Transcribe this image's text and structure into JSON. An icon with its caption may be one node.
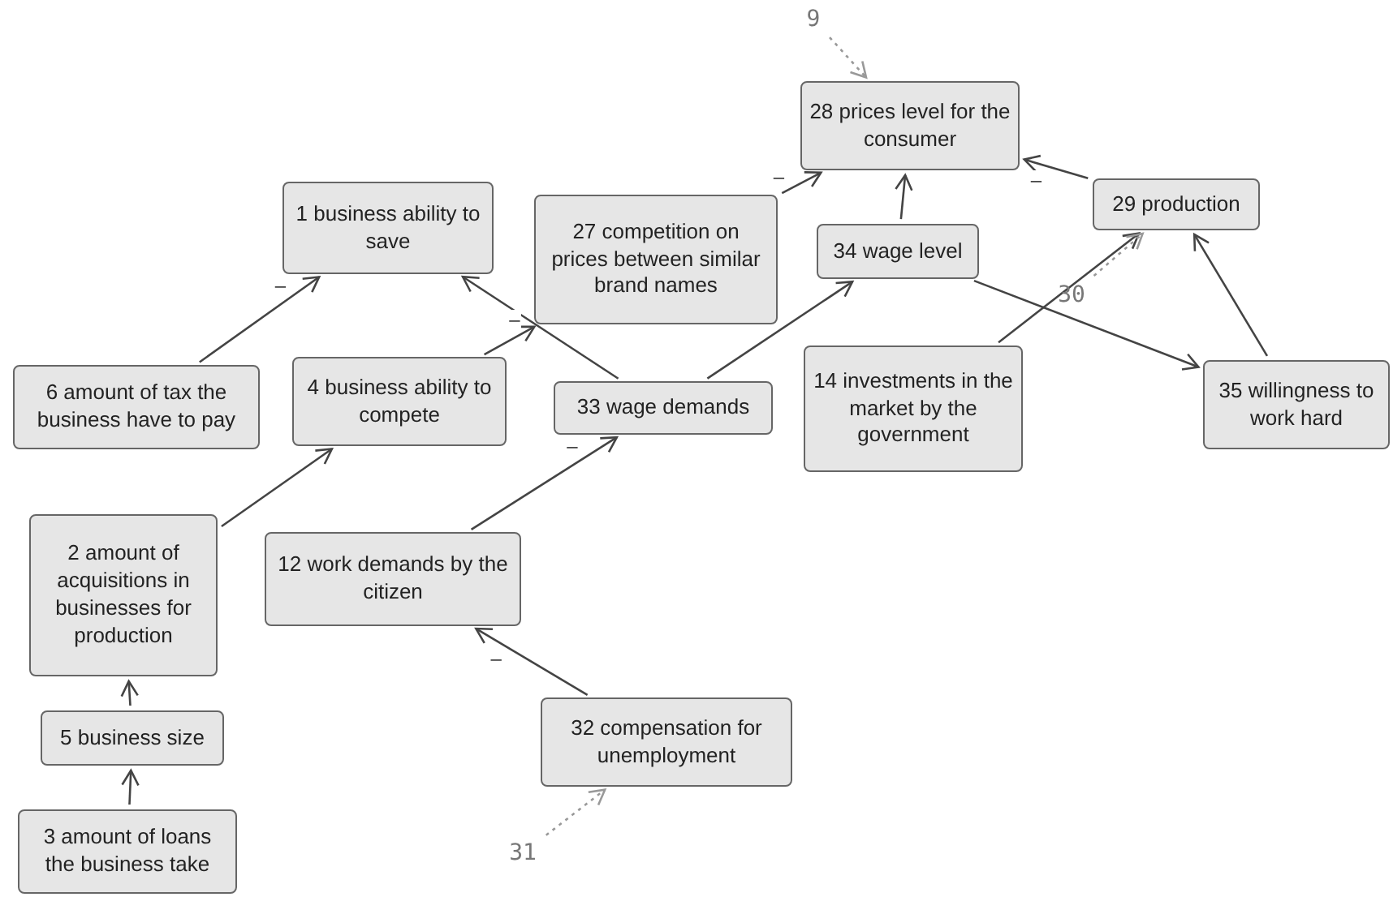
{
  "diagram": {
    "nodes": [
      {
        "text": [
          "1 business ability to save"
        ]
      },
      {
        "text": [
          "27 competition on prices between similar brand names"
        ]
      },
      {
        "text": [
          "28 prices level for the consumer"
        ]
      },
      {
        "text": [
          "29 production"
        ]
      },
      {
        "text": [
          "34 wage level"
        ]
      },
      {
        "text": [
          "6 amount of tax the business have to pay"
        ]
      },
      {
        "text": [
          "4 business ability to compete"
        ]
      },
      {
        "text": [
          "33 wage demands"
        ]
      },
      {
        "text": [
          "14 investments in the market by the government"
        ]
      },
      {
        "text": [
          "35 willingness to work hard"
        ]
      },
      {
        "text": [
          "2 amount of acquisitions in businesses for production"
        ]
      },
      {
        "text": [
          "12 work demands by the citizen"
        ]
      },
      {
        "text": [
          "5 business size"
        ]
      },
      {
        "text": [
          "3 amount of loans the business take"
        ]
      },
      {
        "text": [
          "32 compensation for unemployment"
        ]
      },
      {
        "text": [
          "9"
        ]
      },
      {
        "text": [
          "30"
        ]
      },
      {
        "text": [
          "31"
        ]
      }
    ],
    "edges": [
      {
        "from": 5,
        "to": 0,
        "arrow": "to",
        "label": "–"
      },
      {
        "from": 6,
        "to": 1,
        "arrow": "to",
        "label": "–"
      },
      {
        "from": 7,
        "to": 0,
        "arrow": "to"
      },
      {
        "from": 7,
        "to": 4,
        "arrow": "to"
      },
      {
        "from": 1,
        "to": 2,
        "arrow": "to",
        "label": "–"
      },
      {
        "from": 4,
        "to": 2,
        "arrow": "to"
      },
      {
        "from": 3,
        "to": 2,
        "arrow": "to",
        "label": "–"
      },
      {
        "from": 4,
        "to": 9,
        "arrow": "to"
      },
      {
        "from": 9,
        "to": 3,
        "arrow": "to"
      },
      {
        "from": 8,
        "to": 3,
        "arrow": "to"
      },
      {
        "from": 10,
        "to": 6,
        "arrow": "to"
      },
      {
        "from": 12,
        "to": 10,
        "arrow": "to"
      },
      {
        "from": 13,
        "to": 12,
        "arrow": "to"
      },
      {
        "from": 11,
        "to": 7,
        "arrow": "to",
        "label": "–"
      },
      {
        "from": 14,
        "to": 11,
        "arrow": "to",
        "label": "–"
      },
      {
        "from": 15,
        "to": 2,
        "arrow": "to",
        "style": "dashed",
        "color": "#999999"
      },
      {
        "from": 16,
        "to": 3,
        "arrow": "to",
        "style": "dashed",
        "color": "#999999"
      },
      {
        "from": 17,
        "to": 14,
        "arrow": "to",
        "style": "dashed",
        "color": "#999999"
      }
    ]
  }
}
